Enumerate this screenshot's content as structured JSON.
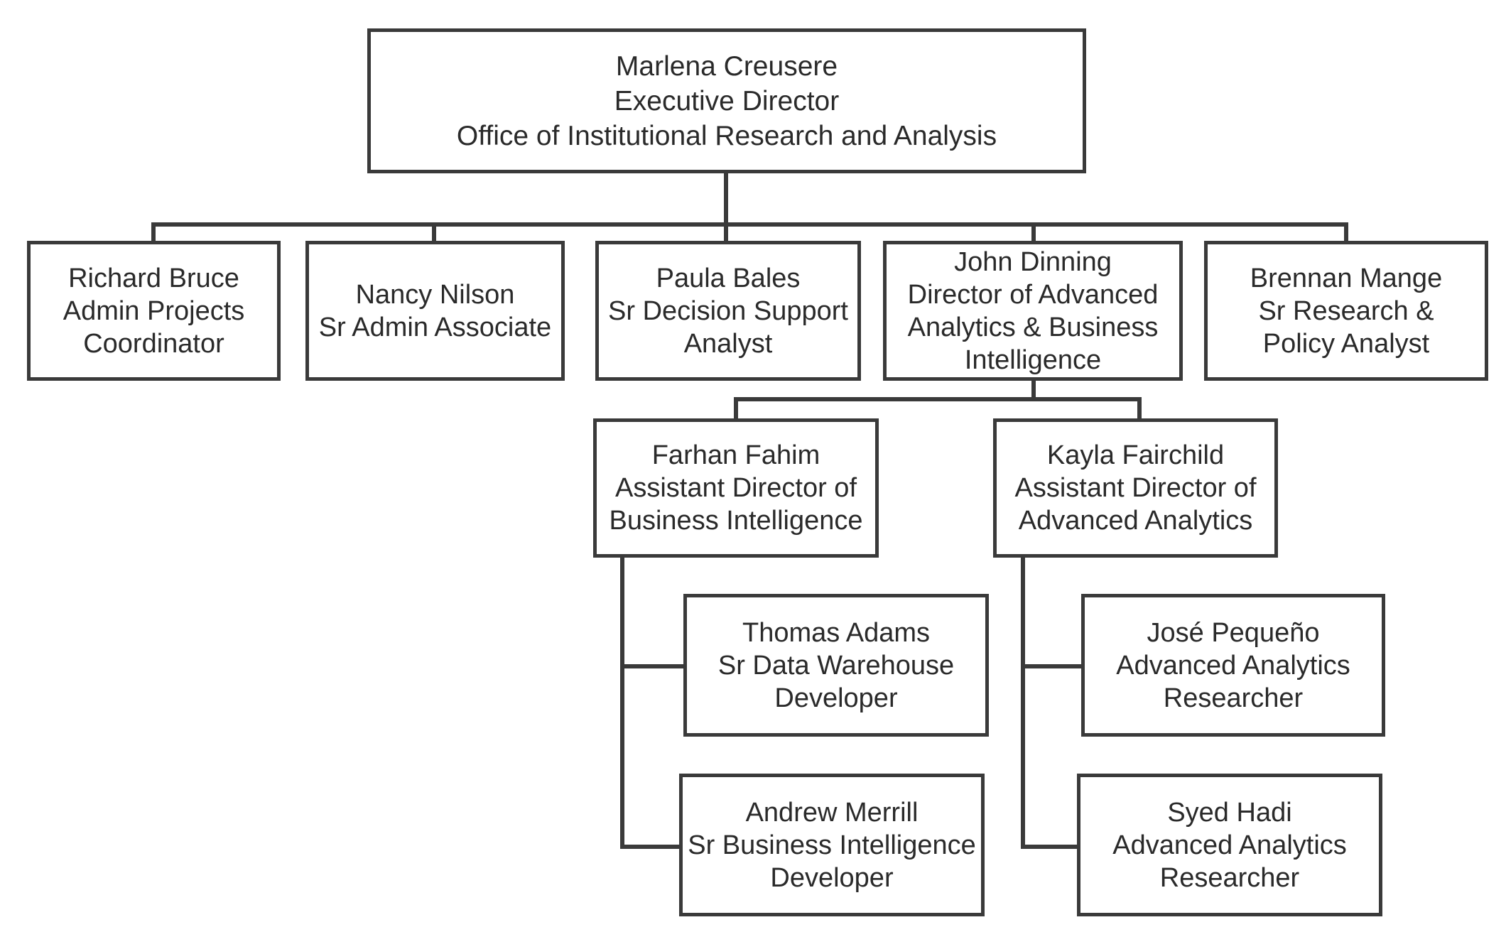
{
  "org_chart": {
    "root": {
      "name": "Marlena Creusere",
      "title": "Executive Director",
      "unit": "Office of Institutional Research and Analysis"
    },
    "direct_reports": [
      {
        "name": "Richard Bruce",
        "title_line1": "Admin Projects",
        "title_line2": "Coordinator"
      },
      {
        "name": "Nancy Nilson",
        "title_line1": "Sr Admin Associate"
      },
      {
        "name": "Paula Bales",
        "title_line1": "Sr Decision Support",
        "title_line2": "Analyst"
      },
      {
        "name": "John Dinning",
        "title_line1": "Director of Advanced",
        "title_line2": "Analytics & Business",
        "title_line3": "Intelligence"
      },
      {
        "name": "Brennan Mange",
        "title_line1": "Sr Research &",
        "title_line2": "Policy Analyst"
      }
    ],
    "assistant_directors": [
      {
        "name": "Farhan Fahim",
        "title_line1": "Assistant Director of",
        "title_line2": "Business Intelligence"
      },
      {
        "name": "Kayla Fairchild",
        "title_line1": "Assistant Director of",
        "title_line2": "Advanced Analytics"
      }
    ],
    "bi_team": [
      {
        "name": "Thomas Adams",
        "title_line1": "Sr Data Warehouse",
        "title_line2": "Developer"
      },
      {
        "name": "Andrew Merrill",
        "title_line1": "Sr Business Intelligence",
        "title_line2": "Developer"
      }
    ],
    "aa_team": [
      {
        "name": "José Pequeño",
        "title_line1": "Advanced Analytics",
        "title_line2": "Researcher"
      },
      {
        "name": "Syed Hadi",
        "title_line1": "Advanced Analytics",
        "title_line2": "Researcher"
      }
    ]
  }
}
